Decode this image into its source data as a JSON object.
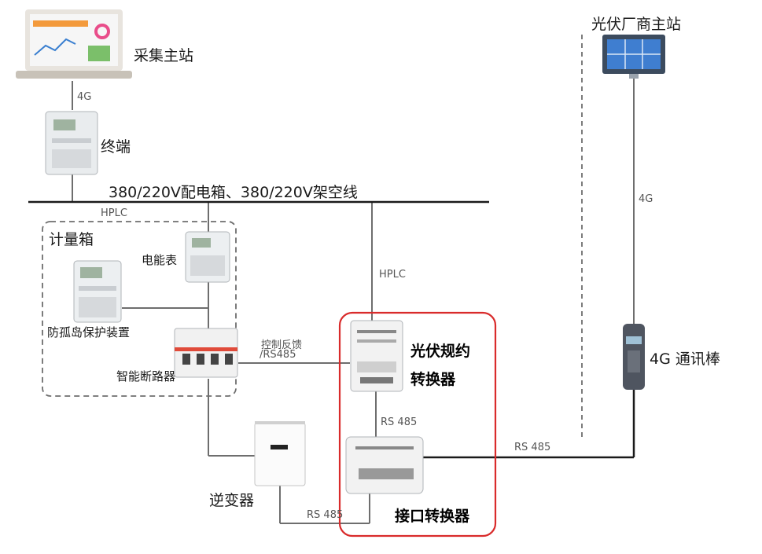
{
  "nodes": {
    "master_station": "采集主站",
    "terminal": "终端",
    "busbar": "380/220V配电箱、380/220V架空线",
    "metering_box": "计量箱",
    "energy_meter": "电能表",
    "anti_islanding": "防孤岛保护装置",
    "smart_breaker": "智能断路器",
    "inverter": "逆变器",
    "pv_protocol_converter_line1": "光伏规约",
    "pv_protocol_converter_line2": "转换器",
    "interface_converter": "接口转换器",
    "comm_stick": "4G 通讯棒",
    "pv_vendor_station": "光伏厂商主站"
  },
  "links": {
    "master_to_terminal": "4G",
    "bus_to_meter": "HPLC",
    "bus_to_pv_converter": "HPLC",
    "breaker_to_pv_line1": "控制反馈",
    "breaker_to_pv_line2": "/RS485",
    "pv_to_interface": "RS 485",
    "interface_to_stick": "RS 485",
    "inverter_to_interface": "RS 485",
    "stick_to_vendor": "4G"
  },
  "colors": {
    "line": "#6e6e6e",
    "busbar": "#1a1a1a",
    "highlight": "#d92b2b",
    "dashed": "#6e6e6e"
  }
}
